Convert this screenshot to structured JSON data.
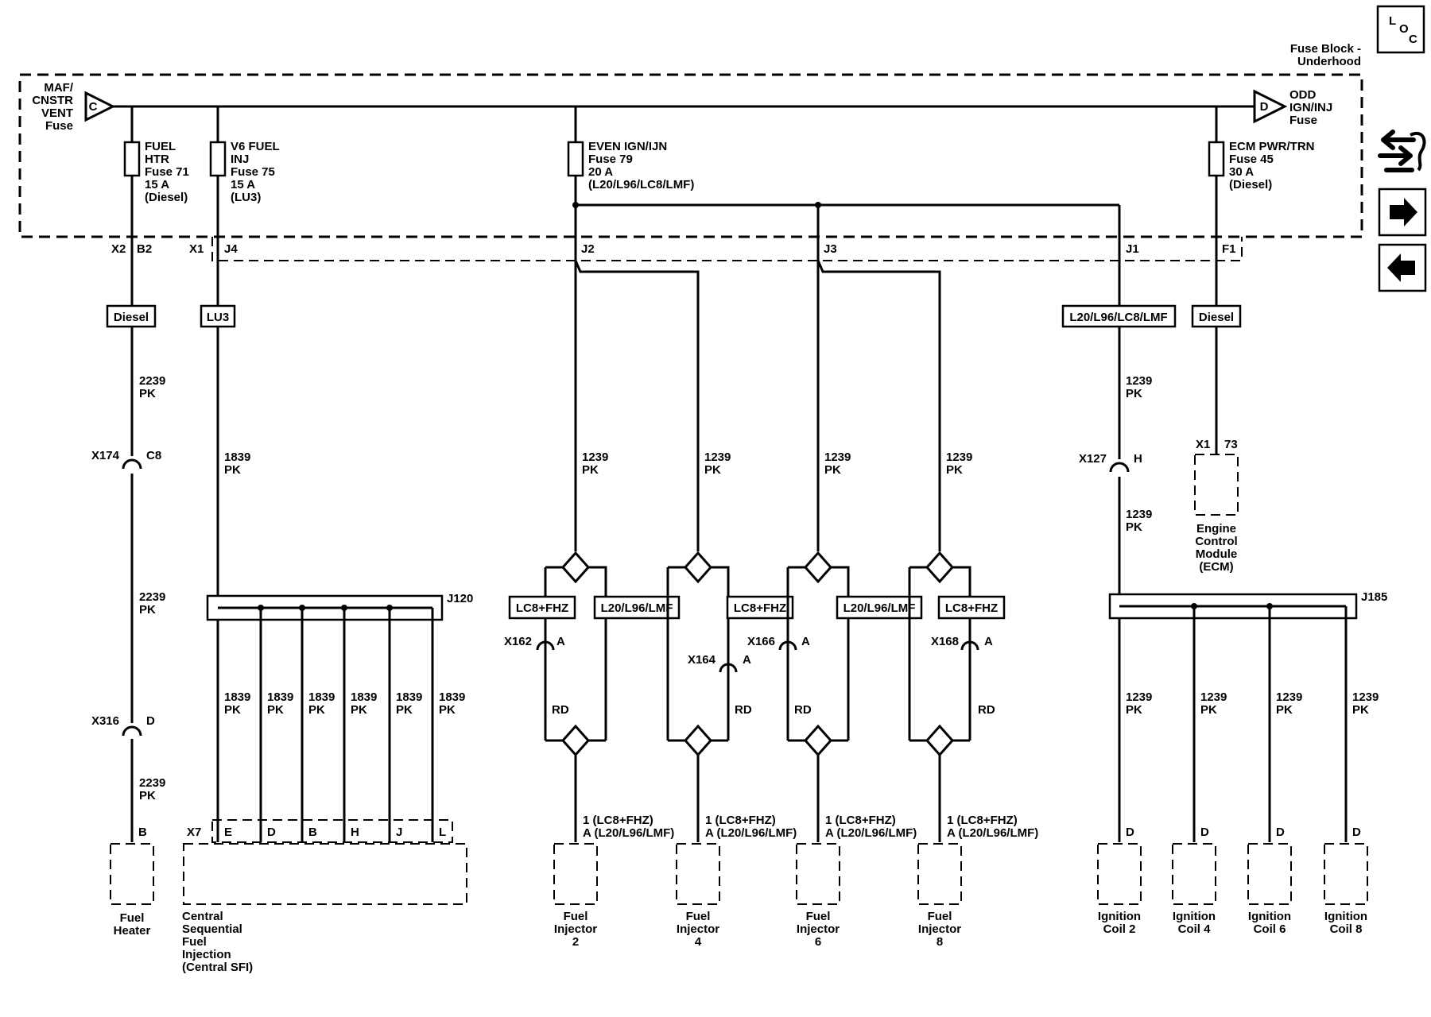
{
  "fuse_block": {
    "title_line1": "Fuse Block -",
    "title_line2": "Underhood",
    "left_bus": [
      "MAF/",
      "CNSTR",
      "VENT",
      "Fuse"
    ],
    "left_bus_letter": "C",
    "right_bus": [
      "ODD",
      "IGN/INJ",
      "Fuse"
    ],
    "right_bus_letter": "D",
    "fuses": [
      {
        "lines": [
          "FUEL",
          "HTR",
          "Fuse 71",
          "15 A",
          "(Diesel)"
        ]
      },
      {
        "lines": [
          "V6 FUEL",
          "INJ",
          "Fuse 75",
          "15 A",
          "(LU3)"
        ]
      },
      {
        "lines": [
          "EVEN IGN/IJN",
          "Fuse 79",
          "20 A",
          "(L20/L96/LC8/LMF)"
        ]
      },
      {
        "lines": [
          "ECM PWR/TRN",
          "Fuse 45",
          "30 A",
          "(Diesel)"
        ]
      }
    ],
    "connectors": {
      "x2": "X2",
      "b2": "B2",
      "x1": "X1",
      "j4": "J4",
      "j2": "J2",
      "j3": "J3",
      "j1": "J1",
      "f1": "F1"
    }
  },
  "option_tags": {
    "diesel_left": "Diesel",
    "lu3": "LU3",
    "l20_group": "L20/L96/LC8/LMF",
    "diesel_right": "Diesel"
  },
  "wires": {
    "w2239": [
      "2239",
      "PK"
    ],
    "w1839": [
      "1839",
      "PK"
    ],
    "w1239": [
      "1239",
      "PK"
    ],
    "rd": "RD"
  },
  "inline_connectors": {
    "x174": "X174",
    "x174_pin": "C8",
    "x316": "X316",
    "x316_pin": "D",
    "x127": "X127",
    "x127_pin": "H",
    "x162": "X162",
    "x164": "X164",
    "x166": "X166",
    "x168": "X168",
    "pin_a": "A"
  },
  "ecm": {
    "connector": "X1",
    "pin": "73",
    "label": [
      "Engine",
      "Control",
      "Module",
      "(ECM)"
    ]
  },
  "splices": {
    "j120": "J120",
    "j185": "J185"
  },
  "injector_tags": {
    "lc8": "LC8+FHZ",
    "l20": "L20/L96/LMF"
  },
  "injector_pins": [
    "1 (LC8+FHZ)",
    "A (L20/L96/LMF)"
  ],
  "sfi": {
    "connector": "X7",
    "pins": [
      "E",
      "D",
      "B",
      "H",
      "J",
      "L"
    ],
    "label": [
      "Central",
      "Sequential",
      "Fuel",
      "Injection",
      "(Central SFI)"
    ]
  },
  "fuel_heater": {
    "pin": "B",
    "label": [
      "Fuel",
      "Heater"
    ]
  },
  "injectors": [
    {
      "label": [
        "Fuel",
        "Injector",
        "2"
      ]
    },
    {
      "label": [
        "Fuel",
        "Injector",
        "4"
      ]
    },
    {
      "label": [
        "Fuel",
        "Injector",
        "6"
      ]
    },
    {
      "label": [
        "Fuel",
        "Injector",
        "8"
      ]
    }
  ],
  "coils": {
    "pin": "D",
    "items": [
      {
        "label": [
          "Ignition",
          "Coil 2"
        ]
      },
      {
        "label": [
          "Ignition",
          "Coil 4"
        ]
      },
      {
        "label": [
          "Ignition",
          "Coil 6"
        ]
      },
      {
        "label": [
          "Ignition",
          "Coil 8"
        ]
      }
    ]
  },
  "nav": {
    "loc_l": "L",
    "loc_o": "O",
    "loc_c": "C",
    "icons": [
      "loc-icon",
      "connector-view-icon",
      "next-page-arrow-icon",
      "previous-page-arrow-icon"
    ]
  }
}
